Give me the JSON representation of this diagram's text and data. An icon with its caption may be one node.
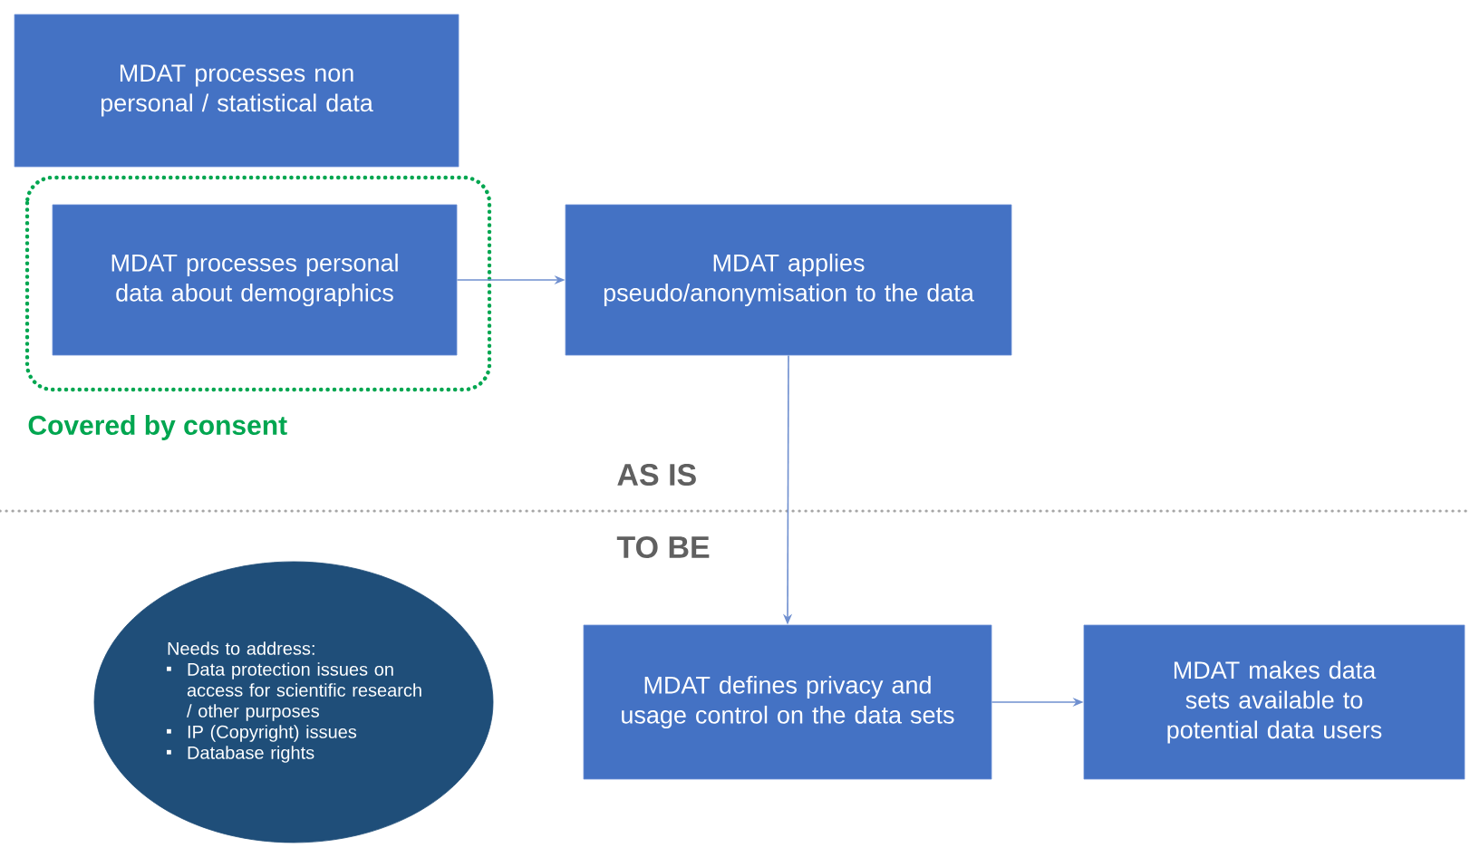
{
  "diagram": {
    "nodes": [
      {
        "text": [
          "MDAT processes non personal / statistical data"
        ]
      },
      {
        "text": [
          "Covered by consent"
        ]
      },
      {
        "text": [
          "MDAT processes personal data about demographics"
        ],
        "in": 1
      },
      {
        "text": [
          "MDAT applies pseudo/anonymisation to the data"
        ]
      },
      {
        "text": [
          "Needs to address:",
          "Data protection issues on access for scientific research / other purposes",
          "IP (Copyright) issues",
          "Database rights"
        ]
      },
      {
        "text": [
          "MDAT defines privacy and usage control on the data sets"
        ]
      },
      {
        "text": [
          "MDAT makes data sets available to potential data users"
        ]
      }
    ],
    "edges": [
      {
        "from": 2,
        "to": 3,
        "arrow": "to"
      },
      {
        "from": 3,
        "to": 5,
        "arrow": "to"
      },
      {
        "from": 5,
        "to": 6,
        "arrow": "to"
      }
    ],
    "labels": [
      "AS IS",
      "TO BE"
    ]
  }
}
